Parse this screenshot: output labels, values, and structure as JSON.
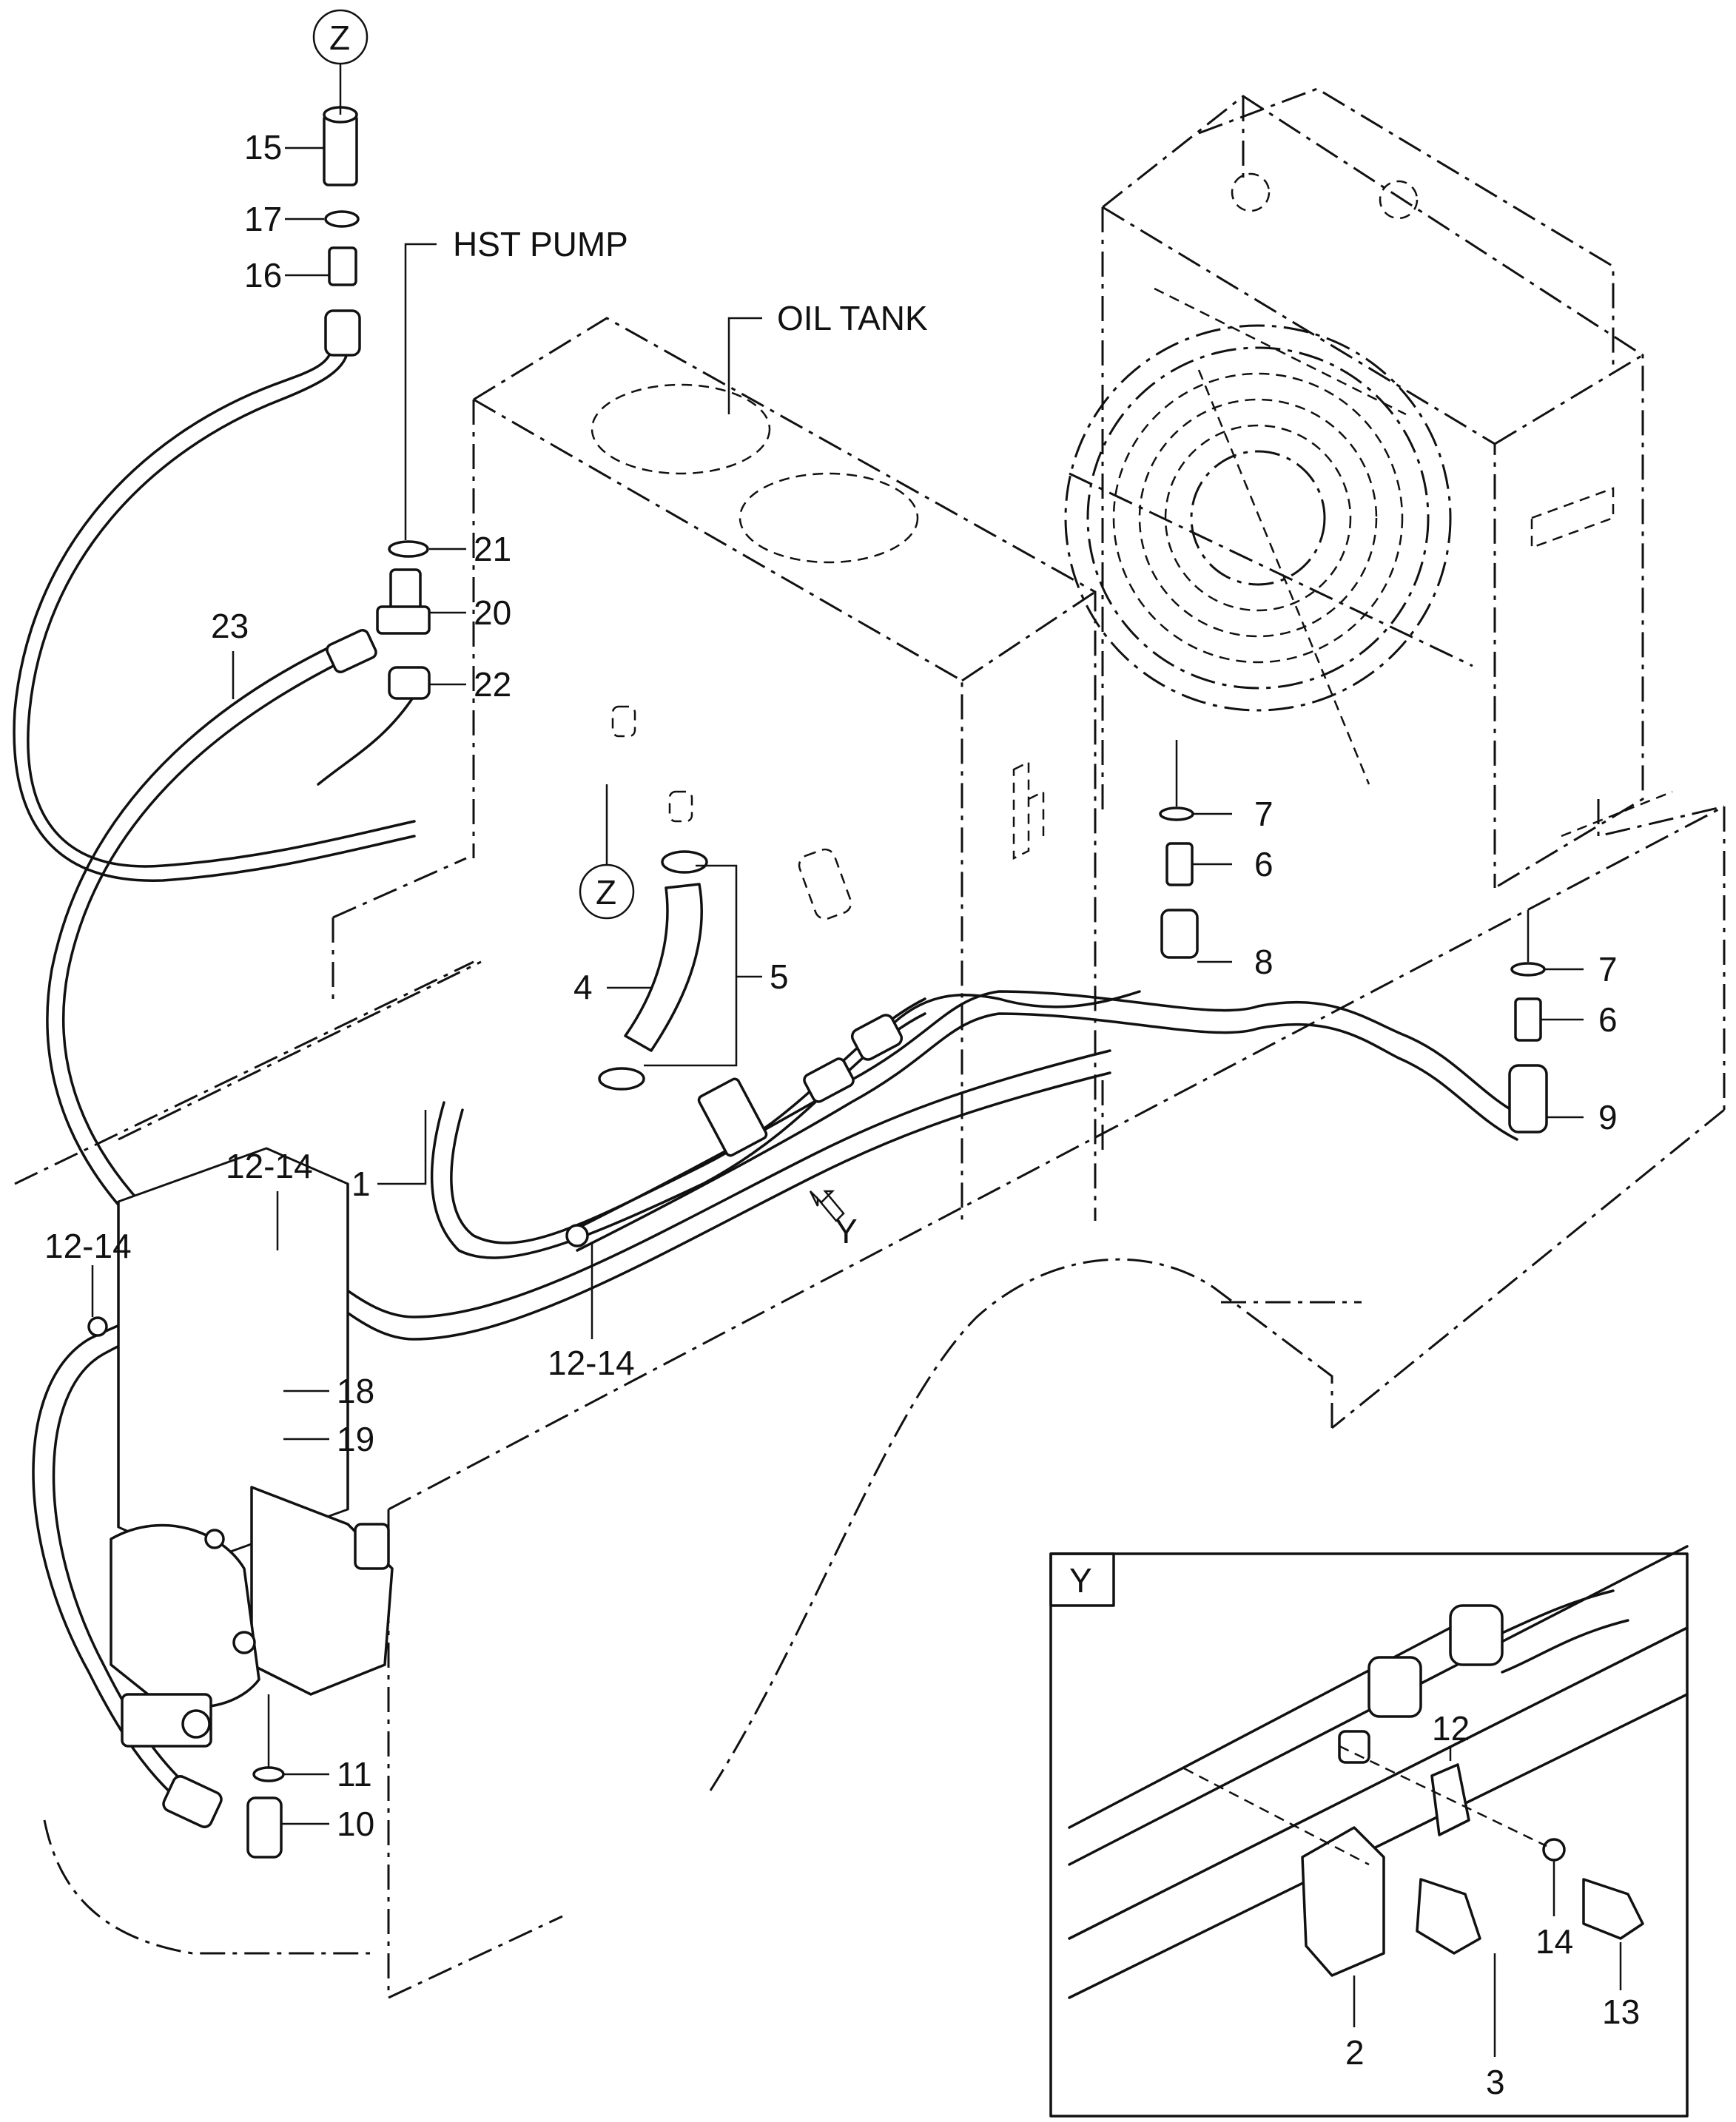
{
  "labels": {
    "hst_pump": "HST PUMP",
    "oil_tank": "OIL TANK",
    "view_y": "Y",
    "detail_y": "Y",
    "ref_z_top": "Z",
    "ref_z_mid": "Z"
  },
  "callouts": {
    "p1": "1",
    "p2": "2",
    "p3": "3",
    "p4": "4",
    "p5": "5",
    "p6a": "6",
    "p6b": "6",
    "p7a": "7",
    "p7b": "7",
    "p8": "8",
    "p9": "9",
    "p10": "10",
    "p11": "11",
    "p12": "12",
    "p12_14a": "12-14",
    "p12_14b": "12-14",
    "p12_14c": "12-14",
    "p13": "13",
    "p14": "14",
    "p15": "15",
    "p16": "16",
    "p17": "17",
    "p18": "18",
    "p19": "19",
    "p20": "20",
    "p21": "21",
    "p22": "22",
    "p23": "23"
  }
}
